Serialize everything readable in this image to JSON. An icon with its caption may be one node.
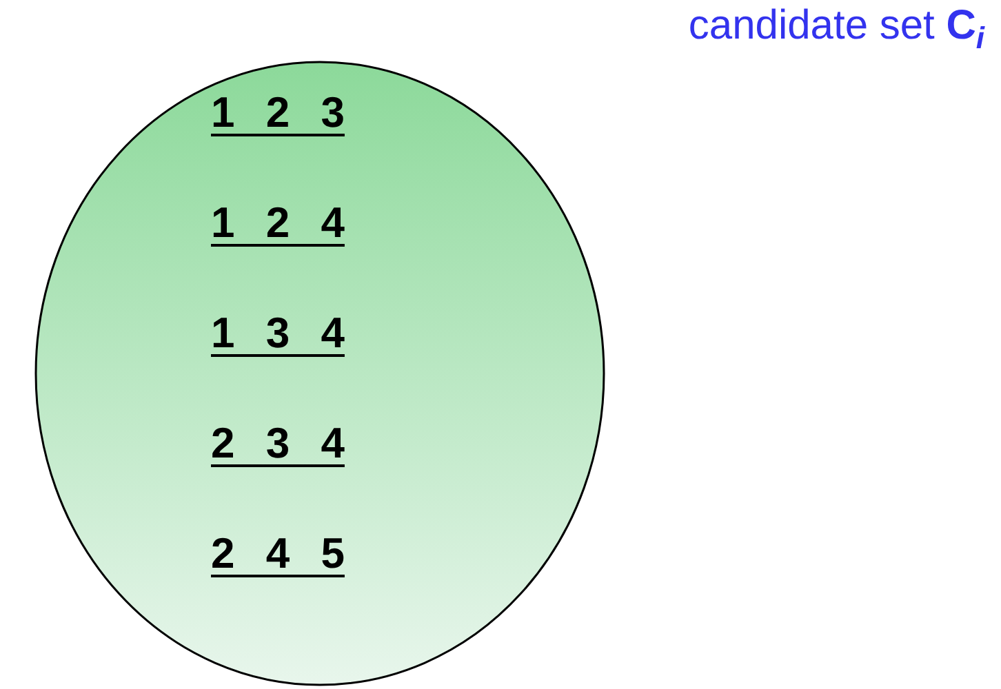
{
  "diagram": {
    "title": "candidate set **C**$_{i}$",
    "nodes": [
      {
        "text": [
          "1 2 3",
          "1 2 4",
          "1 3 4",
          "2 3 4",
          "2 4 5"
        ]
      }
    ]
  }
}
